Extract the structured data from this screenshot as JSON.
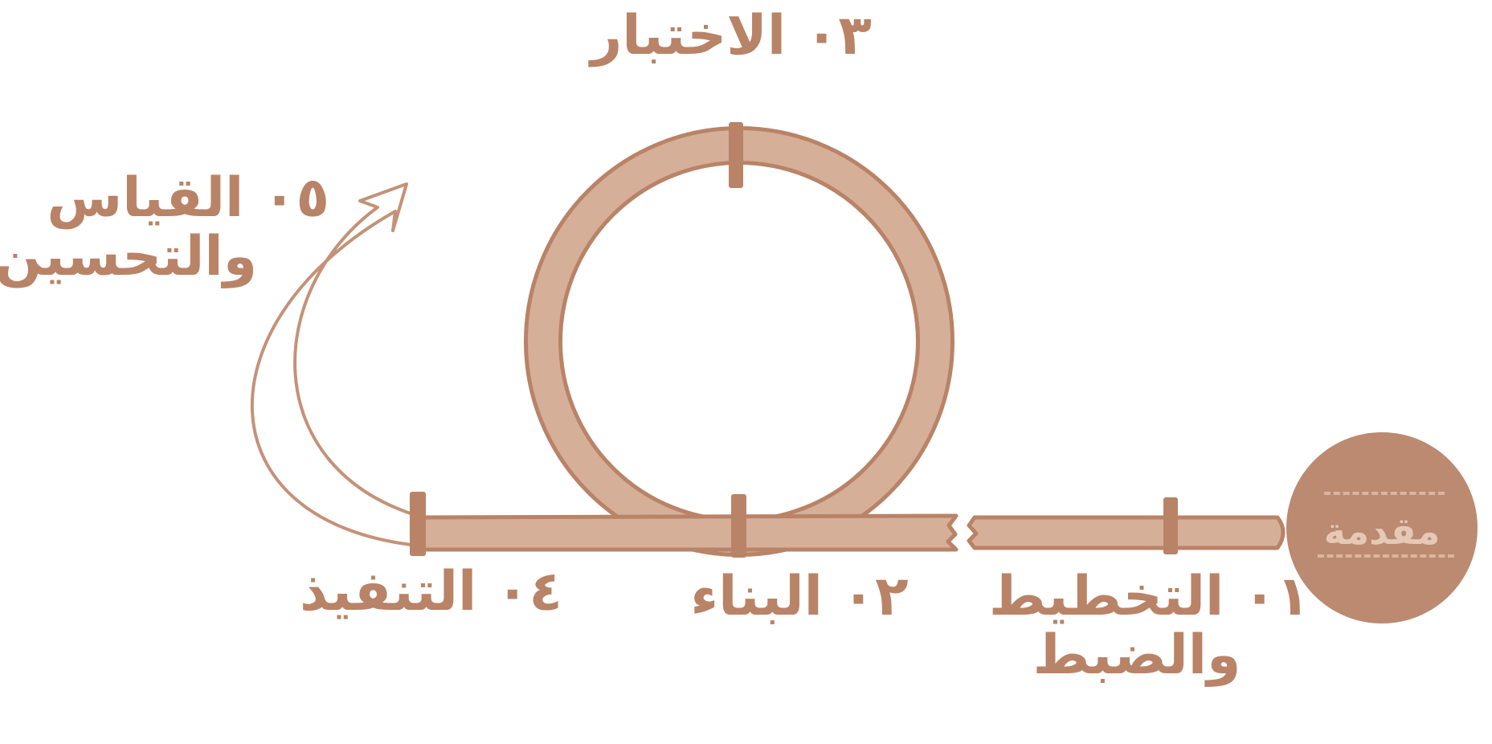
{
  "intro": {
    "label": "مقدمة"
  },
  "stages": [
    {
      "number": "٠١",
      "title_line1": "التخطيط",
      "title_line2": "والضبط"
    },
    {
      "number": "٠٢",
      "title_line1": "البناء"
    },
    {
      "number": "٠٣",
      "title_line1": "الاختبار"
    },
    {
      "number": "٠٤",
      "title_line1": "التنفيذ"
    },
    {
      "number": "٠٥",
      "title_line1": "القياس",
      "title_line2": "والتحسين"
    }
  ],
  "colors": {
    "track_fill": "#d6af99",
    "track_stroke": "#b98367",
    "intro_circle": "#bb8a70",
    "label": "#b98367",
    "intro_text": "#e6c8b6"
  }
}
